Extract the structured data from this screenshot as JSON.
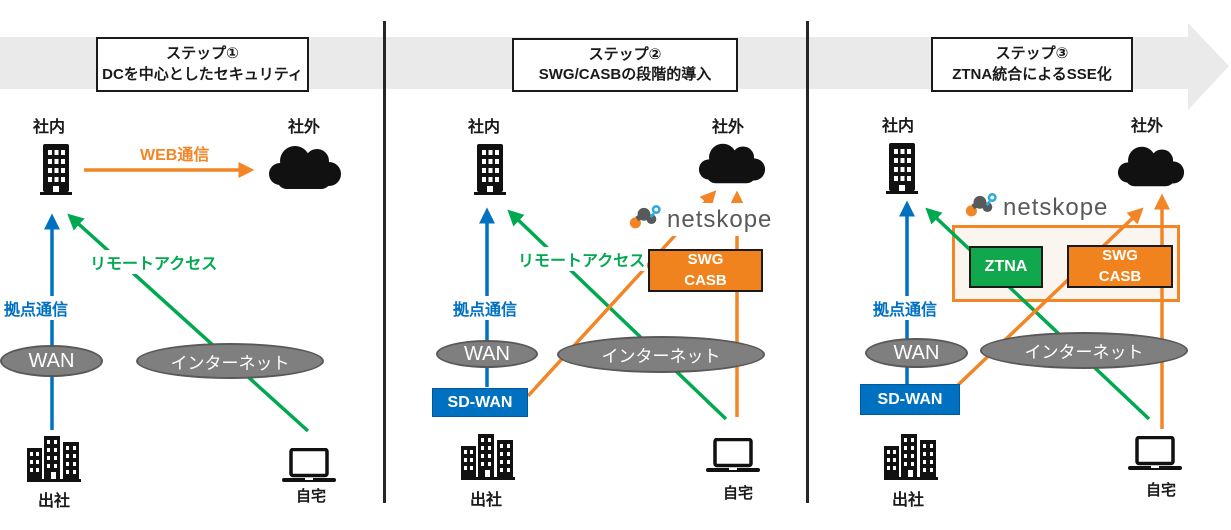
{
  "diagram_title": "Network security evolution steps (DC-centric to SSE)",
  "colors": {
    "band_gray": "#EAEAEA",
    "divider_black": "#262626",
    "arrow_blue": "#0070C0",
    "arrow_green": "#00A94F",
    "arrow_orange": "#F28627",
    "box_orange": "#F0831E",
    "box_green": "#11A74D",
    "box_blue": "#0070C0",
    "node_gray": "#7F7F7F",
    "netskope_gray": "#58595B",
    "netskope_logo_orange": "#F28627",
    "netskope_logo_blue": "#2BA9E0"
  },
  "panels": [
    {
      "title_line1": "ステップ①",
      "title_line2": "DCを中心としたセキュリティ",
      "internal_label": "社内",
      "external_label": "社外",
      "web_traffic_label": "WEB通信",
      "remote_access_label": "リモートアクセス",
      "branch_traffic_label": "拠点通信",
      "wan_label": "WAN",
      "internet_label": "インターネット",
      "office_label": "出社",
      "home_label": "自宅"
    },
    {
      "title_line1": "ステップ②",
      "title_line2": "SWG/CASBの段階的導入",
      "internal_label": "社内",
      "external_label": "社外",
      "remote_access_label": "リモートアクセス",
      "branch_traffic_label": "拠点通信",
      "wan_label": "WAN",
      "internet_label": "インターネット",
      "office_label": "出社",
      "home_label": "自宅",
      "netskope_label": "netskope",
      "swg_label": "SWG",
      "casb_label": "CASB",
      "sdwan_label": "SD-WAN"
    },
    {
      "title_line1": "ステップ③",
      "title_line2": "ZTNA統合によるSSE化",
      "internal_label": "社内",
      "external_label": "社外",
      "branch_traffic_label": "拠点通信",
      "wan_label": "WAN",
      "internet_label": "インターネット",
      "office_label": "出社",
      "home_label": "自宅",
      "netskope_label": "netskope",
      "ztna_label": "ZTNA",
      "swg_label": "SWG",
      "casb_label": "CASB",
      "sdwan_label": "SD-WAN"
    }
  ]
}
